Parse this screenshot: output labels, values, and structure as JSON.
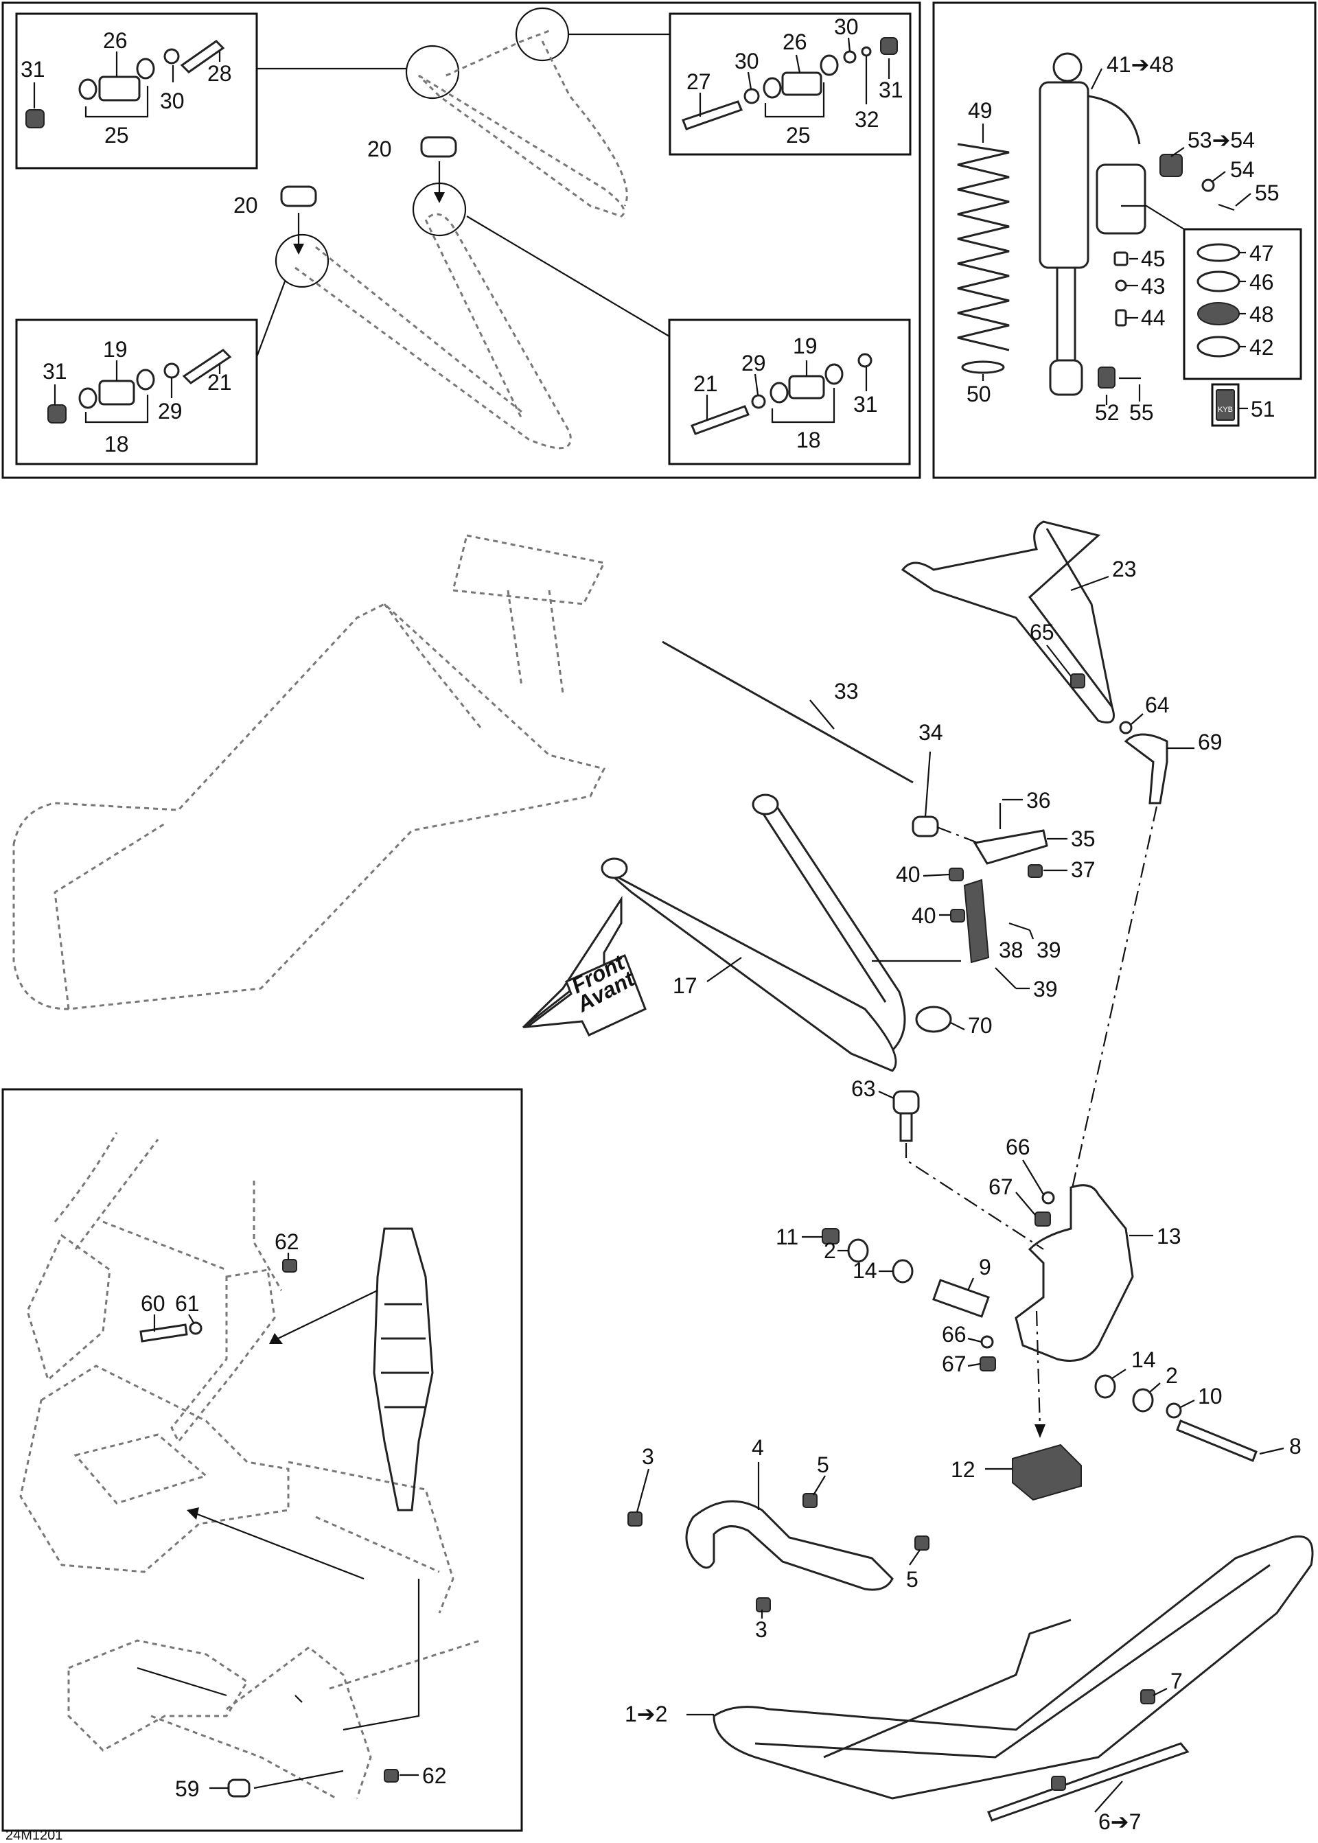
{
  "drawing_code": "24M1201",
  "front_arrow": {
    "line1": "Front",
    "line2": "Avant"
  },
  "brand_mark": "KYB",
  "callouts": {
    "c1_2": "1➔2",
    "c2a": "2",
    "c2b": "2",
    "c3a": "3",
    "c3b": "3",
    "c4": "4",
    "c5a": "5",
    "c5b": "5",
    "c6_7": "6➔7",
    "c7": "7",
    "c8": "8",
    "c9": "9",
    "c10": "10",
    "c11": "11",
    "c12": "12",
    "c13": "13",
    "c14a": "14",
    "c14b": "14",
    "c17": "17",
    "c18a": "18",
    "c18b": "18",
    "c19a": "19",
    "c19b": "19",
    "c20a": "20",
    "c20b": "20",
    "c21a": "21",
    "c21b": "21",
    "c23": "23",
    "c25a": "25",
    "c25b": "25",
    "c26a": "26",
    "c26b": "26",
    "c27": "27",
    "c28": "28",
    "c29a": "29",
    "c29b": "29",
    "c30a": "30",
    "c30b": "30",
    "c30c": "30",
    "c31a": "31",
    "c31b": "31",
    "c31c": "31",
    "c31d": "31",
    "c32": "32",
    "c33": "33",
    "c34": "34",
    "c35": "35",
    "c36": "36",
    "c37": "37",
    "c38": "38",
    "c39a": "39",
    "c39b": "39",
    "c40a": "40",
    "c40b": "40",
    "c41_48": "41➔48",
    "c42": "42",
    "c43": "43",
    "c44": "44",
    "c45": "45",
    "c46": "46",
    "c47": "47",
    "c48": "48",
    "c49": "49",
    "c50": "50",
    "c51": "51",
    "c52": "52",
    "c53_54": "53➔54",
    "c54": "54",
    "c55a": "55",
    "c55b": "55",
    "c59": "59",
    "c60": "60",
    "c61": "61",
    "c62a": "62",
    "c62b": "62",
    "c63": "63",
    "c64": "64",
    "c65": "65",
    "c66a": "66",
    "c66b": "66",
    "c67a": "67",
    "c67b": "67",
    "c69": "69",
    "c70": "70"
  }
}
